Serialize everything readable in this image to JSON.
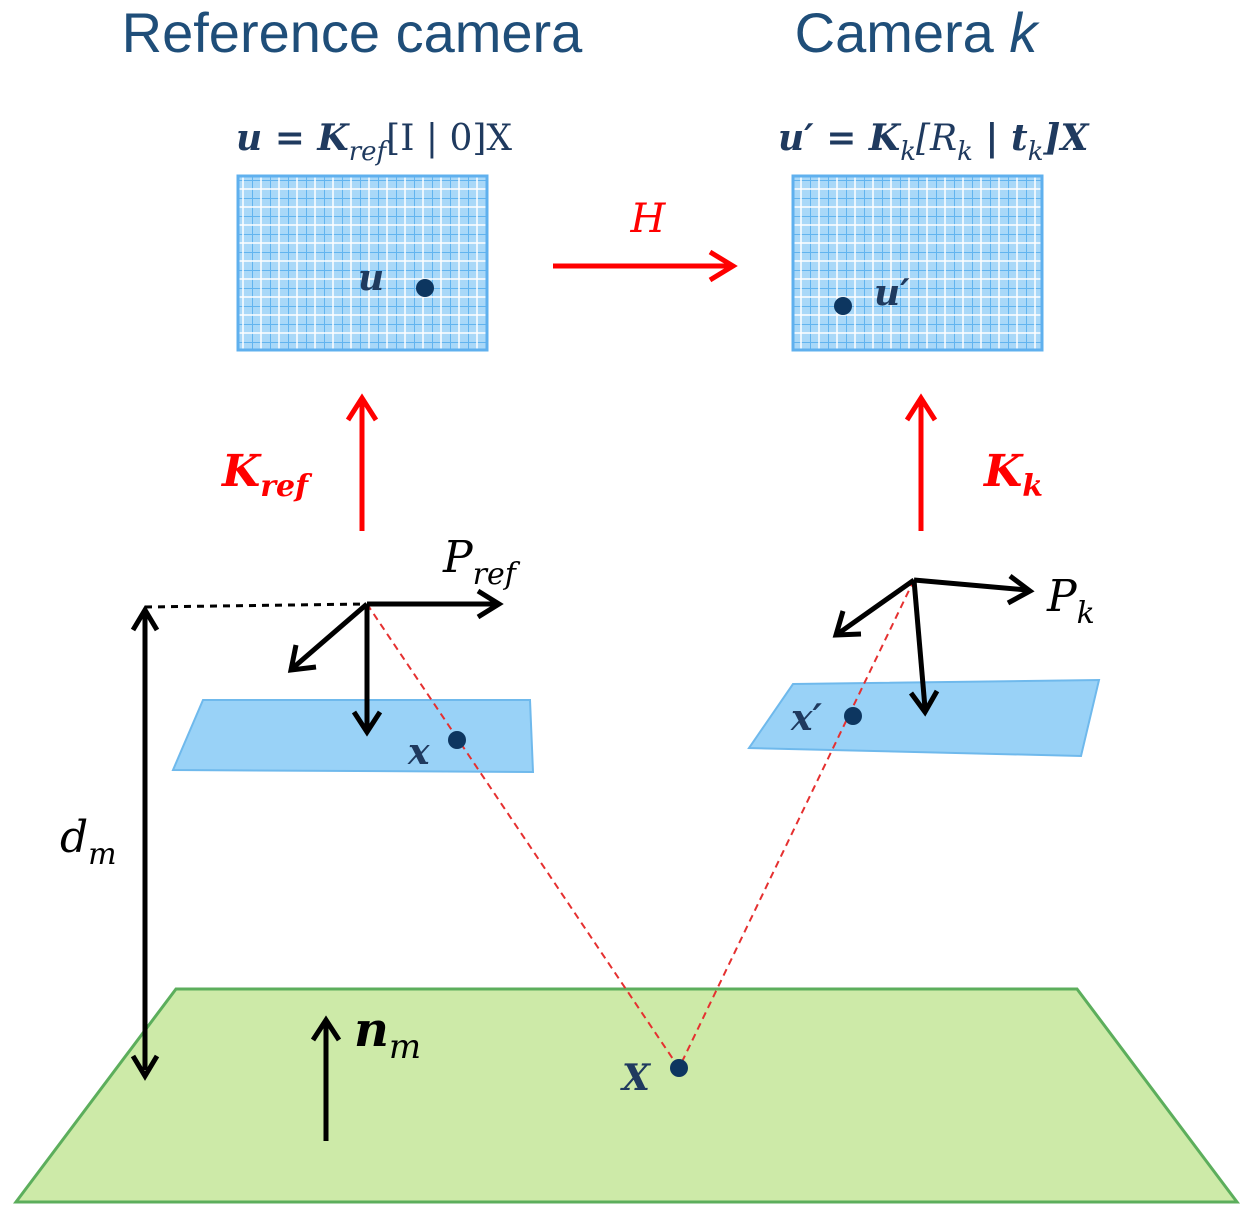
{
  "titles": {
    "reference": "Reference camera",
    "camera_k_prefix": "Camera ",
    "camera_k_var": "k"
  },
  "equations": {
    "ref": {
      "lhs": "u",
      "eq": " = ",
      "K": "K",
      "K_sub": "ref",
      "rest": "[I  | 0]X"
    },
    "k": {
      "lhs": "u′",
      "eq": " = ",
      "K": "K",
      "K_sub": "k",
      "R_open": "[R",
      "R_sub": "k",
      "t_part": "  | t",
      "t_sub": "k",
      "close": "]X"
    }
  },
  "labels": {
    "homography": "H",
    "K_ref": "K",
    "K_ref_sub": "ref",
    "K_k": "K",
    "K_k_sub": "k",
    "P_ref": "P",
    "P_ref_sub": "ref",
    "P_k": "P",
    "P_k_sub": "k",
    "d_m": "d",
    "d_m_sub": "m",
    "n_m": "n",
    "n_m_sub": "m"
  },
  "points": {
    "u": "u",
    "u_prime": "u′",
    "x": "x",
    "x_prime": "x′",
    "X": "X"
  },
  "colors": {
    "title_blue": "#1f4e79",
    "grid_fill": "#a9d8f8",
    "grid_line": "#5fb0ee",
    "image_plane": "#99d2f7",
    "ground_plane": "#cdeaa8",
    "ground_edge": "#5cae5c",
    "arrow_red": "#ff0000",
    "point_dark": "#0d3660"
  }
}
